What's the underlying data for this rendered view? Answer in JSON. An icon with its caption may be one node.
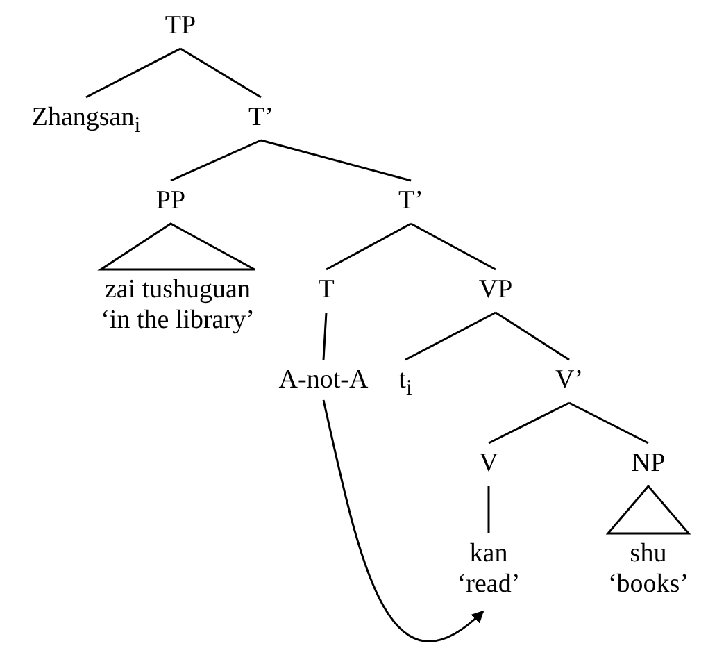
{
  "diagram": {
    "nodes": [
      {
        "text": [
          "TP"
        ]
      },
      {
        "text": [
          "Zhangsan$_{i}$"
        ]
      },
      {
        "text": [
          "T’"
        ]
      },
      {
        "text": [
          "PP"
        ]
      },
      {
        "text": [
          "zai tushuguan",
          "‘in the library’"
        ]
      },
      {
        "text": [
          "T’"
        ]
      },
      {
        "text": [
          "T"
        ]
      },
      {
        "text": [
          "VP"
        ]
      },
      {
        "text": [
          "A-not-A"
        ]
      },
      {
        "text": [
          "t$_{i}$"
        ]
      },
      {
        "text": [
          "V’"
        ]
      },
      {
        "text": [
          "V"
        ]
      },
      {
        "text": [
          "NP"
        ]
      },
      {
        "text": [
          "kan",
          "‘read’"
        ]
      },
      {
        "text": [
          "shu",
          "‘books’"
        ]
      }
    ],
    "edges": [
      {
        "from": 0,
        "to": 1,
        "arrow": "none"
      },
      {
        "from": 0,
        "to": 2,
        "arrow": "none"
      },
      {
        "from": 2,
        "to": 3,
        "arrow": "none"
      },
      {
        "from": 2,
        "to": 5,
        "arrow": "none"
      },
      {
        "from": 3,
        "to": 4,
        "arrow": "none"
      },
      {
        "from": 5,
        "to": 6,
        "arrow": "none"
      },
      {
        "from": 5,
        "to": 7,
        "arrow": "none"
      },
      {
        "from": 6,
        "to": 8,
        "arrow": "none"
      },
      {
        "from": 7,
        "to": 9,
        "arrow": "none"
      },
      {
        "from": 7,
        "to": 10,
        "arrow": "none"
      },
      {
        "from": 10,
        "to": 11,
        "arrow": "none"
      },
      {
        "from": 10,
        "to": 12,
        "arrow": "none"
      },
      {
        "from": 11,
        "to": 13,
        "arrow": "none"
      },
      {
        "from": 12,
        "to": 14,
        "arrow": "none"
      },
      {
        "from": 8,
        "to": 13,
        "arrow": "to"
      }
    ]
  }
}
